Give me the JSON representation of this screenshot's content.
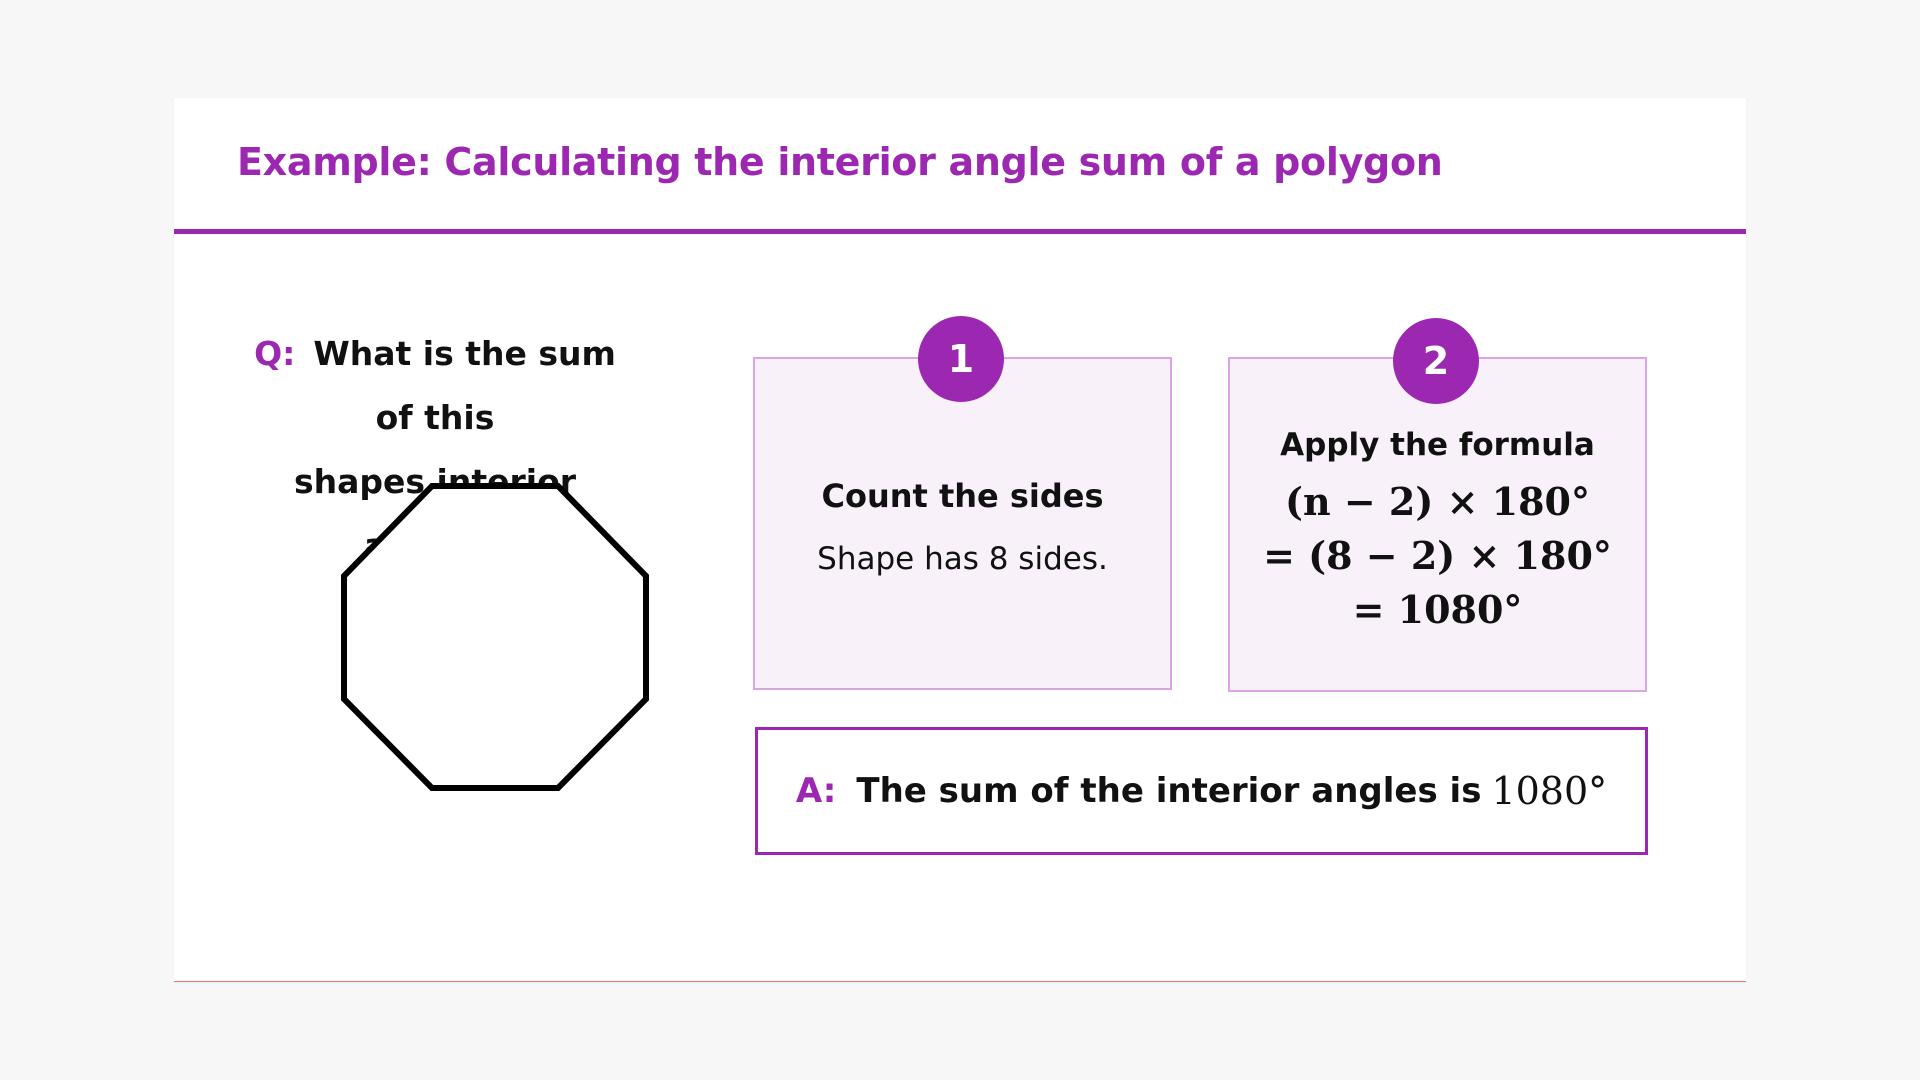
{
  "title": "Example: Calculating the interior angle sum of a polygon",
  "question": {
    "prefix": "Q:",
    "text_line1": "What is the sum of this",
    "text_line2": "shapes interior angles?"
  },
  "shape": {
    "name": "octagon",
    "sides": 8
  },
  "steps": [
    {
      "number": "1",
      "heading": "Count the sides",
      "text": "Shape has 8 sides."
    },
    {
      "number": "2",
      "heading": "Apply the formula",
      "math_line1": "(n − 2) × 180°",
      "math_line2": "= (8 − 2) × 180°",
      "math_line3": "= 1080°"
    }
  ],
  "answer": {
    "prefix": "A:",
    "text": "The sum of the interior angles is",
    "value": "1080°"
  },
  "colors": {
    "accent": "#9c27b0",
    "box_fill": "#f8f1fa",
    "box_border": "#d9a6e3"
  }
}
